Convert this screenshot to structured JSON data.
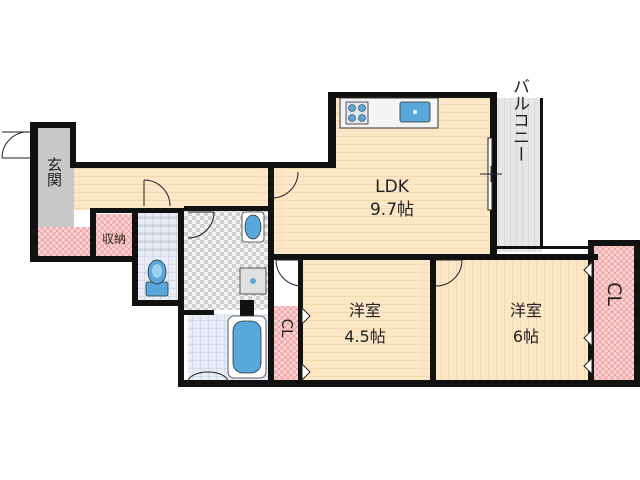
{
  "rooms": {
    "entrance": "玄関",
    "storage": "収納",
    "ldk_name": "LDK",
    "ldk_size": "9.7帖",
    "west_room_name": "洋室",
    "west_room_size": "4.5帖",
    "east_room_name": "洋室",
    "east_room_size": "6帖",
    "closet_west": "CL",
    "closet_east": "CL",
    "balcony": "バルコニー"
  },
  "colors": {
    "wall": "#111111",
    "floor": "#fbe6c6",
    "floor_stripe": "#f3d2a6",
    "tile": "#e7ecf6",
    "tile_line": "#b7c4dc",
    "closet": "#f7c9c9",
    "entrance_floor": "#c8c8c8",
    "fixture_blue": "#58a8dc"
  }
}
